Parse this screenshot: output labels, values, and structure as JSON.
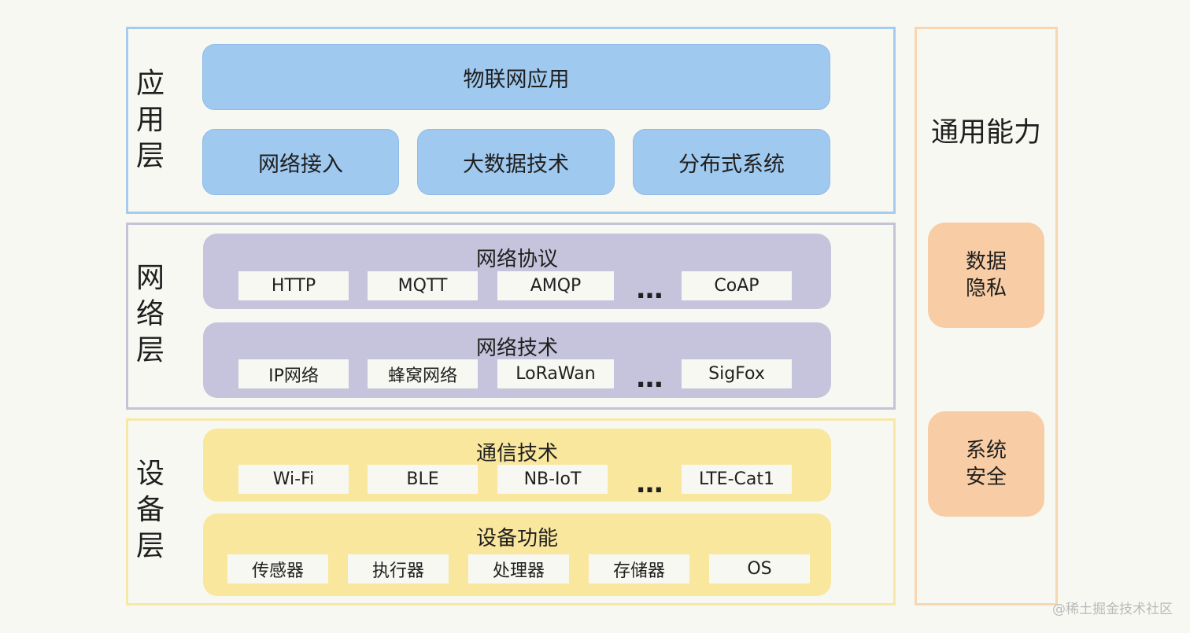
{
  "layers": {
    "app": {
      "label": "应用层",
      "top_box": "物联网应用",
      "boxes": [
        "网络接入",
        "大数据技术",
        "分布式系统"
      ]
    },
    "network": {
      "label": "网络层",
      "protocols": {
        "title": "网络协议",
        "items": [
          "HTTP",
          "MQTT",
          "AMQP",
          "CoAP"
        ]
      },
      "tech": {
        "title": "网络技术",
        "items": [
          "IP网络",
          "蜂窝网络",
          "LoRaWan",
          "SigFox"
        ]
      }
    },
    "device": {
      "label": "设备层",
      "comm": {
        "title": "通信技术",
        "items": [
          "Wi-Fi",
          "BLE",
          "NB-IoT",
          "LTE-Cat1"
        ]
      },
      "func": {
        "title": "设备功能",
        "items": [
          "传感器",
          "执行器",
          "处理器",
          "存储器",
          "OS"
        ]
      }
    }
  },
  "ellipsis": "…",
  "common": {
    "title": "通用能力",
    "items": [
      "数据隐私",
      "系统安全"
    ]
  },
  "watermark": "@稀土掘金技术社区",
  "colors": {
    "app_border": "#a7cbef",
    "app_fill": "#a0c9ef",
    "network_border": "#c4c4d7",
    "network_fill": "#c5c4dc",
    "device_border": "#f7e8a8",
    "device_fill": "#f9e79e",
    "common_border": "#f8d6b1",
    "common_fill": "#f8cda5"
  }
}
